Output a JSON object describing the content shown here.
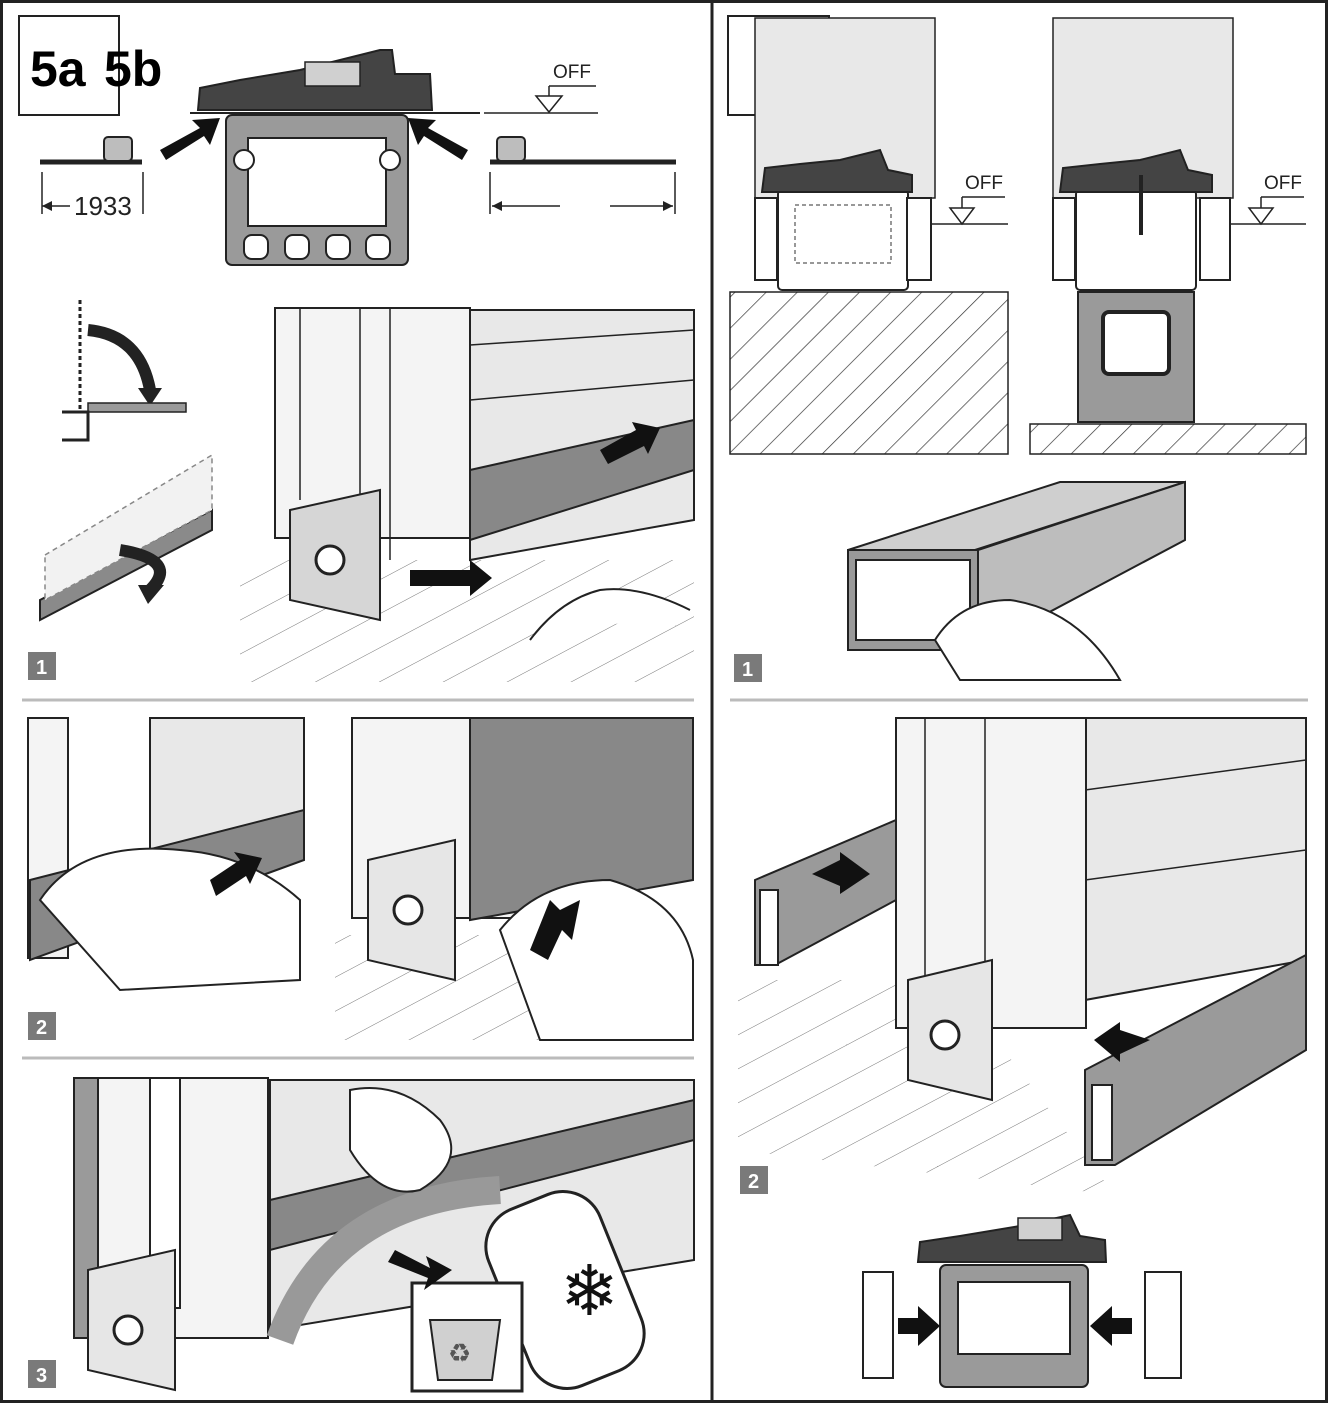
{
  "left_panel": {
    "title_a": "5a",
    "title_b": "5b",
    "dimension_label": "1933",
    "level_label": "OFF",
    "steps": [
      {
        "number": "1"
      },
      {
        "number": "2"
      },
      {
        "number": "3"
      }
    ]
  },
  "right_panel": {
    "level_label_left": "OFF",
    "level_label_right": "OFF",
    "steps": [
      {
        "number": "1"
      },
      {
        "number": "2"
      }
    ]
  },
  "colors": {
    "line": "#222222",
    "profile_fill": "#9a9a9a",
    "light_fill": "#e8e8e8",
    "mid_fill": "#bdbdbd",
    "badge_fill": "#7a7a7a"
  }
}
